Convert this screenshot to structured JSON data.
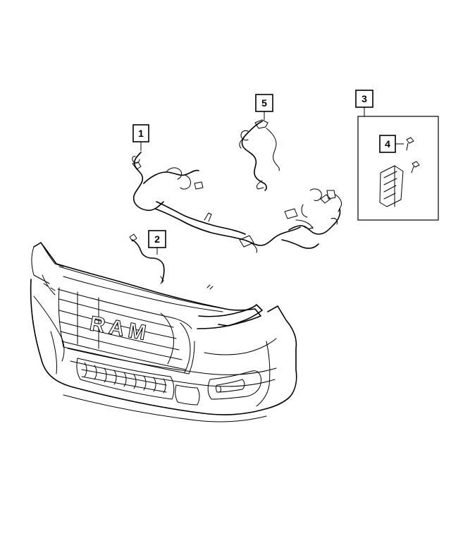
{
  "callouts": [
    {
      "id": "1",
      "label": "1"
    },
    {
      "id": "2",
      "label": "2"
    },
    {
      "id": "3",
      "label": "3"
    },
    {
      "id": "4",
      "label": "4"
    },
    {
      "id": "5",
      "label": "5"
    }
  ],
  "grille": {
    "emblem": "RAM"
  },
  "colors": {
    "line": "#000000",
    "background": "#ffffff"
  }
}
